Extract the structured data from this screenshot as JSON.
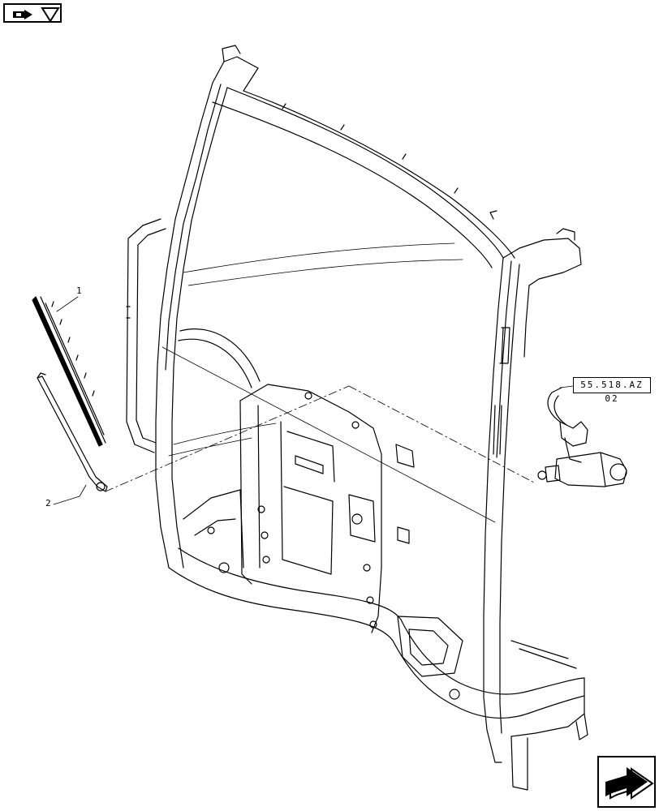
{
  "callouts": {
    "item_1": "1",
    "item_2": "2",
    "reference": "55.518.AZ 02"
  },
  "icons": {
    "top_left": "book-arrow-icon",
    "bottom_right": "next-page-arrow-icon"
  },
  "colors": {
    "line": "#000000",
    "background": "#ffffff"
  }
}
